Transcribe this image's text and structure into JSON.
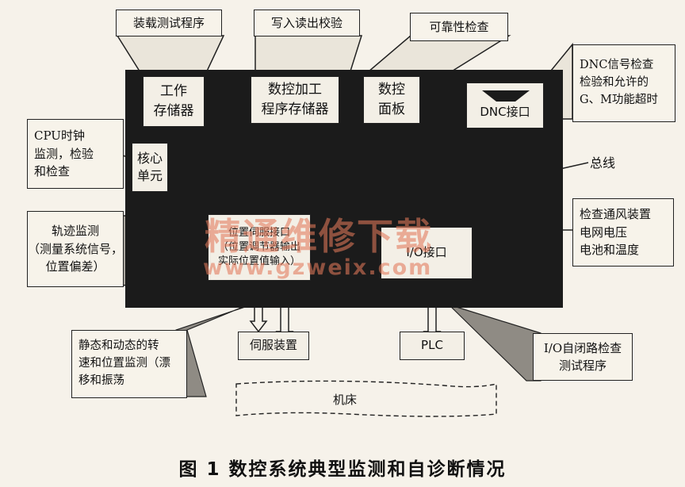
{
  "modules": {
    "work_memory": "工作\n存储器",
    "nc_program_memory": "数控加工\n程序存储器",
    "nc_panel": "数控\n面板",
    "dnc_interface": "DNC接口",
    "core_unit": "核心\n单元",
    "servo_interface": "位置伺服接口\n（位置调节器输出\n实际位置值输入）",
    "io_interface": "I/O接口"
  },
  "notes": {
    "load_test_program": "装载测试程序",
    "write_read_verify": "写入读出校验",
    "reliability_check": "可靠性检查",
    "dnc_check": "DNC信号检查\n检验和允许的\nG、M功能超时",
    "cpu_clock": "CPU时钟\n监测，检验\n和检查",
    "bus": "总线",
    "trajectory": "轨迹监测\n（测量系统信号，\n位置偏差）",
    "ventilation": "检查通风装置\n电网电压\n电池和温度",
    "speed_position": "静态和动态的转\n速和位置监测（漂\n移和振荡",
    "io_selftest": "I/O自闭路检查\n测试程序"
  },
  "peripherals": {
    "servo_device": "伺服装置",
    "plc": "PLC",
    "machine_tool": "机床"
  },
  "watermark": {
    "line1": "精通维修下载",
    "line2": "www.gzweix.com"
  },
  "caption": "图 1   数控系统典型监测和自诊断情况"
}
